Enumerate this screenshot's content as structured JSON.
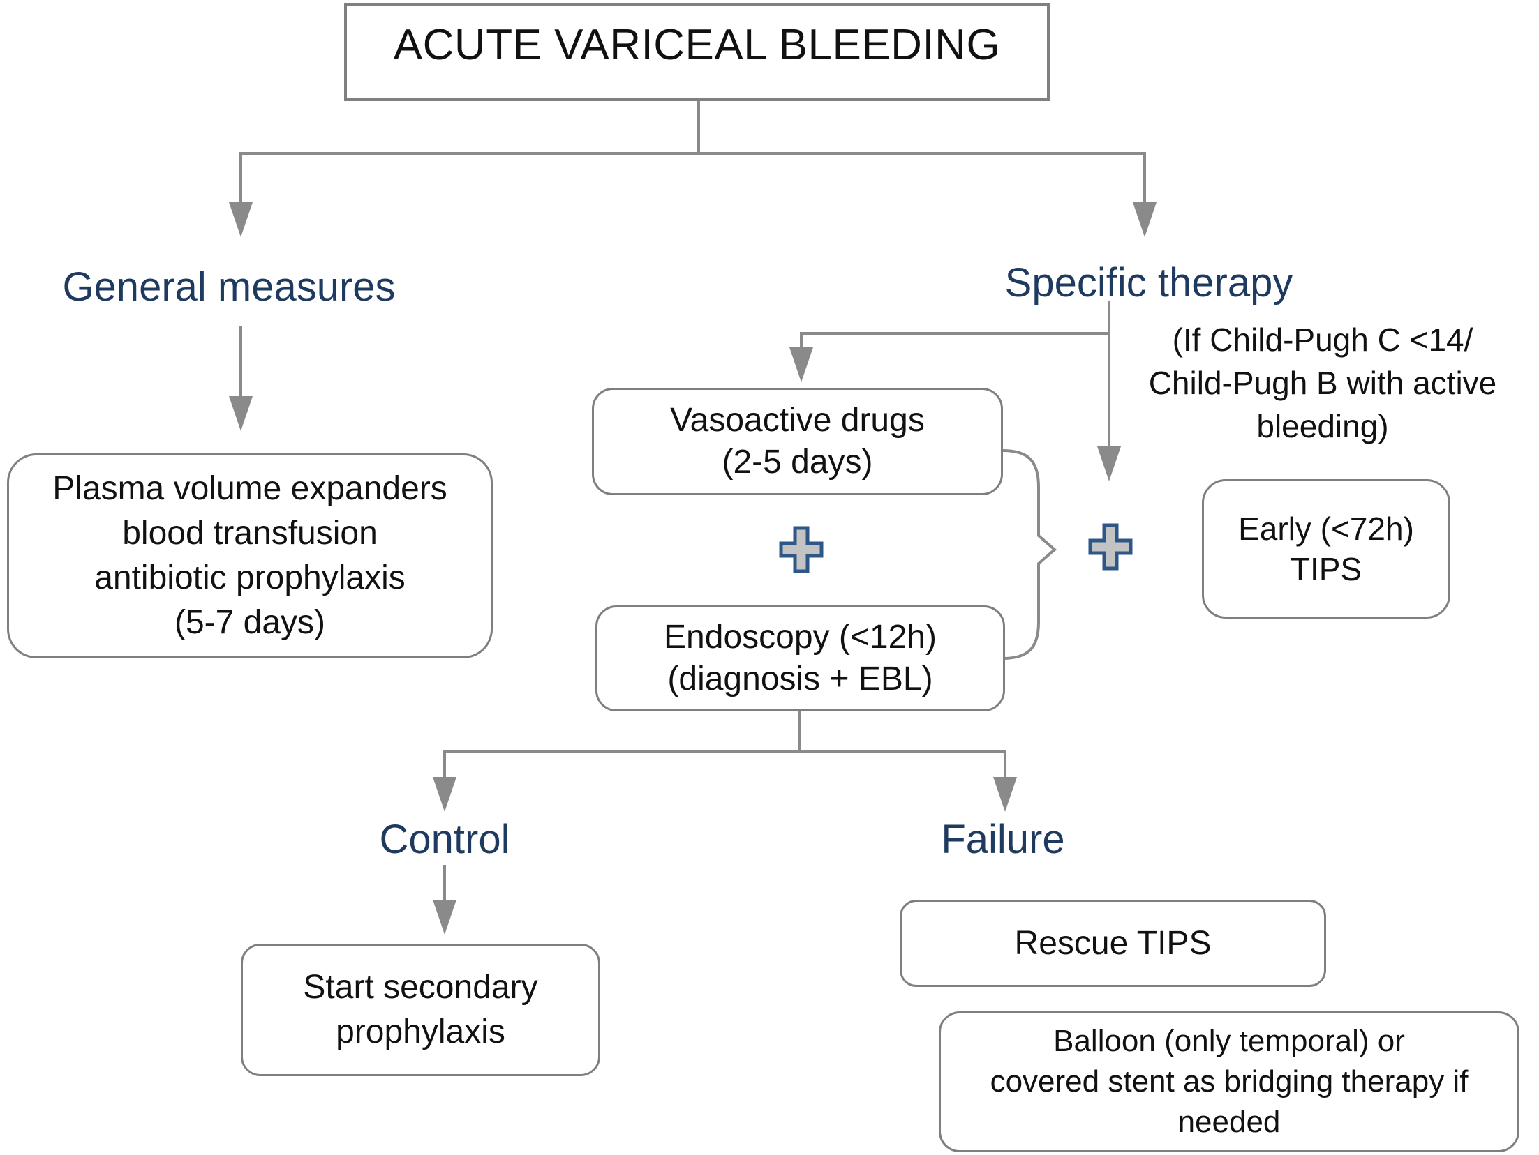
{
  "figure": {
    "type": "flowchart"
  },
  "colors": {
    "accent": "#1e3a5f",
    "connector": "#8a8a8a",
    "box_border": "#7f7f7f",
    "plus_fill": "#c3c3c3",
    "plus_border": "#2e5787",
    "text": "#111111",
    "background": "#ffffff"
  },
  "title": "ACUTE VARICEAL BLEEDING",
  "general": {
    "label": "General measures",
    "plasma_box": "Plasma volume expanders\nblood transfusion\nantibiotic prophylaxis\n(5-7 days)"
  },
  "specific": {
    "label": "Specific therapy",
    "vasoactive_box": "Vasoactive drugs\n(2-5 days)",
    "endoscopy_box": "Endoscopy (<12h)\n(diagnosis + EBL)",
    "condition_note": "(If Child-Pugh C <14/\nChild-Pugh B with active\nbleeding)",
    "early_tips_box": "Early (<72h)\nTIPS"
  },
  "outcomes": {
    "control": {
      "label": "Control",
      "box": "Start secondary\nprophylaxis"
    },
    "failure": {
      "label": "Failure",
      "rescue_box": "Rescue TIPS",
      "balloon_box": "Balloon (only temporal) or\ncovered stent as bridging therapy if\nneeded"
    }
  }
}
